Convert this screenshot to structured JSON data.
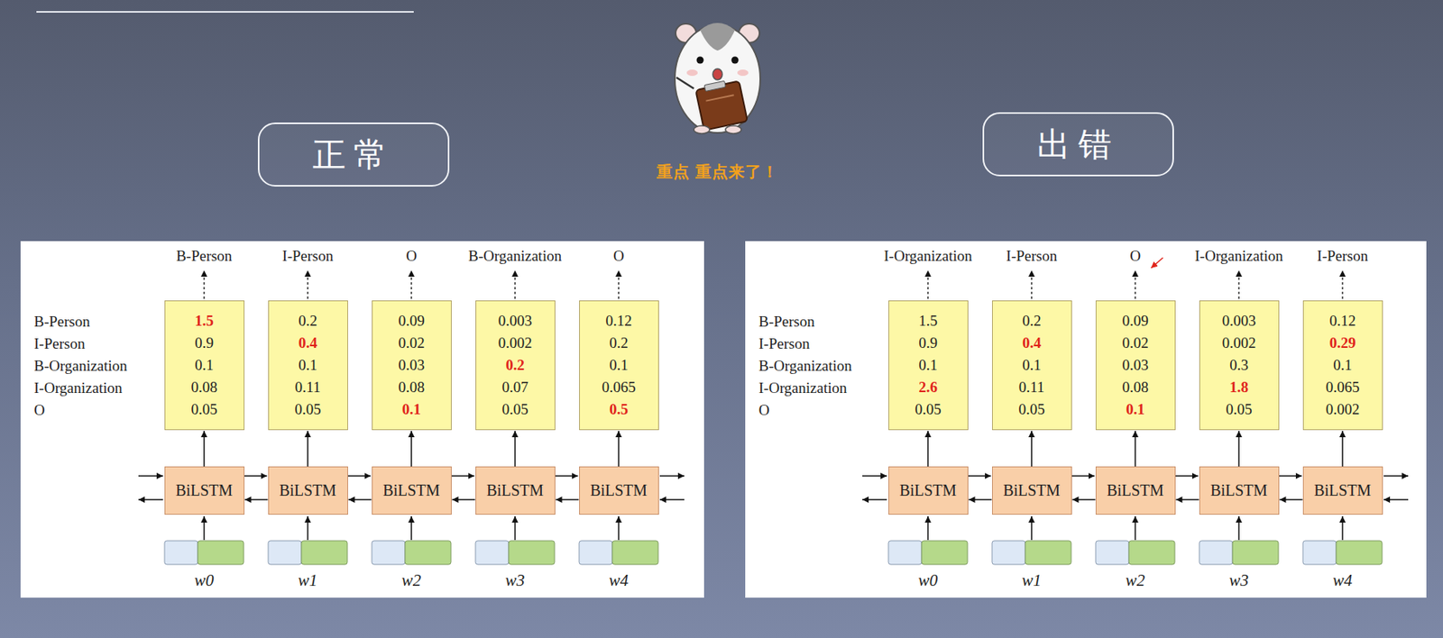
{
  "diagram": {
    "nodes": [
      {
        "text": [
          "正常"
        ]
      },
      {
        "text": [
          "出错"
        ]
      },
      {
        "text": [
          "1.5",
          "0.9",
          "0.1",
          "0.08",
          "0.05"
        ]
      },
      {
        "text": [
          "0.2",
          "0.4",
          "0.1",
          "0.11",
          "0.05"
        ]
      },
      {
        "text": [
          "0.09",
          "0.02",
          "0.03",
          "0.08",
          "0.1"
        ]
      },
      {
        "text": [
          "0.003",
          "0.002",
          "0.2",
          "0.07",
          "0.05"
        ]
      },
      {
        "text": [
          "0.12",
          "0.2",
          "0.1",
          "0.065",
          "0.5"
        ]
      },
      {
        "text": [
          "BiLSTM"
        ]
      },
      {
        "text": [
          "BiLSTM"
        ]
      },
      {
        "text": [
          "BiLSTM"
        ]
      },
      {
        "text": [
          "BiLSTM"
        ]
      },
      {
        "text": [
          "BiLSTM"
        ]
      },
      {
        "text": [
          "1.5",
          "0.9",
          "0.1",
          "2.6",
          "0.05"
        ]
      },
      {
        "text": [
          "0.2",
          "0.4",
          "0.1",
          "0.11",
          "0.05"
        ]
      },
      {
        "text": [
          "0.09",
          "0.02",
          "0.03",
          "0.08",
          "0.1"
        ]
      },
      {
        "text": [
          "0.003",
          "0.002",
          "0.3",
          "1.8",
          "0.05"
        ]
      },
      {
        "text": [
          "0.12",
          "0.29",
          "0.1",
          "0.065",
          "0.002"
        ]
      },
      {
        "text": [
          "BiLSTM"
        ]
      },
      {
        "text": [
          "BiLSTM"
        ]
      },
      {
        "text": [
          "BiLSTM"
        ]
      },
      {
        "text": [
          "BiLSTM"
        ]
      },
      {
        "text": [
          "BiLSTM"
        ]
      }
    ],
    "edges": [
      {
        "from": 7,
        "to": 2,
        "arrow": "to"
      },
      {
        "from": 8,
        "to": 3,
        "arrow": "to"
      },
      {
        "from": 9,
        "to": 4,
        "arrow": "to"
      },
      {
        "from": 10,
        "to": 5,
        "arrow": "to"
      },
      {
        "from": 11,
        "to": 6,
        "arrow": "to"
      },
      {
        "from": 7,
        "to": 8,
        "arrow": "to"
      },
      {
        "from": 8,
        "to": 9,
        "arrow": "to"
      },
      {
        "from": 9,
        "to": 10,
        "arrow": "to"
      },
      {
        "from": 10,
        "to": 11,
        "arrow": "to"
      },
      {
        "from": 8,
        "to": 7,
        "arrow": "to"
      },
      {
        "from": 9,
        "to": 8,
        "arrow": "to"
      },
      {
        "from": 10,
        "to": 9,
        "arrow": "to"
      },
      {
        "from": 11,
        "to": 10,
        "arrow": "to"
      },
      {
        "from": 17,
        "to": 12,
        "arrow": "to"
      },
      {
        "from": 18,
        "to": 13,
        "arrow": "to"
      },
      {
        "from": 19,
        "to": 14,
        "arrow": "to"
      },
      {
        "from": 20,
        "to": 15,
        "arrow": "to"
      },
      {
        "from": 21,
        "to": 16,
        "arrow": "to"
      },
      {
        "from": 17,
        "to": 18,
        "arrow": "to"
      },
      {
        "from": 18,
        "to": 19,
        "arrow": "to"
      },
      {
        "from": 19,
        "to": 20,
        "arrow": "to"
      },
      {
        "from": 20,
        "to": 21,
        "arrow": "to"
      },
      {
        "from": 18,
        "to": 17,
        "arrow": "to"
      },
      {
        "from": 19,
        "to": 18,
        "arrow": "to"
      },
      {
        "from": 20,
        "to": 19,
        "arrow": "to"
      },
      {
        "from": 21,
        "to": 20,
        "arrow": "to"
      }
    ],
    "labels": [
      "重点 重点来了！",
      "B-Person",
      "I-Person",
      "O",
      "B-Organization",
      "O",
      "B-Person",
      "I-Person",
      "B-Organization",
      "I-Organization",
      "O",
      "w0",
      "w1",
      "w2",
      "w3",
      "w4",
      "I-Organization",
      "I-Person",
      "O",
      "I-Organization",
      "I-Person",
      "B-Person",
      "I-Person",
      "B-Organization",
      "I-Organization",
      "O",
      "w0",
      "w1",
      "w2",
      "w3",
      "w4"
    ]
  }
}
